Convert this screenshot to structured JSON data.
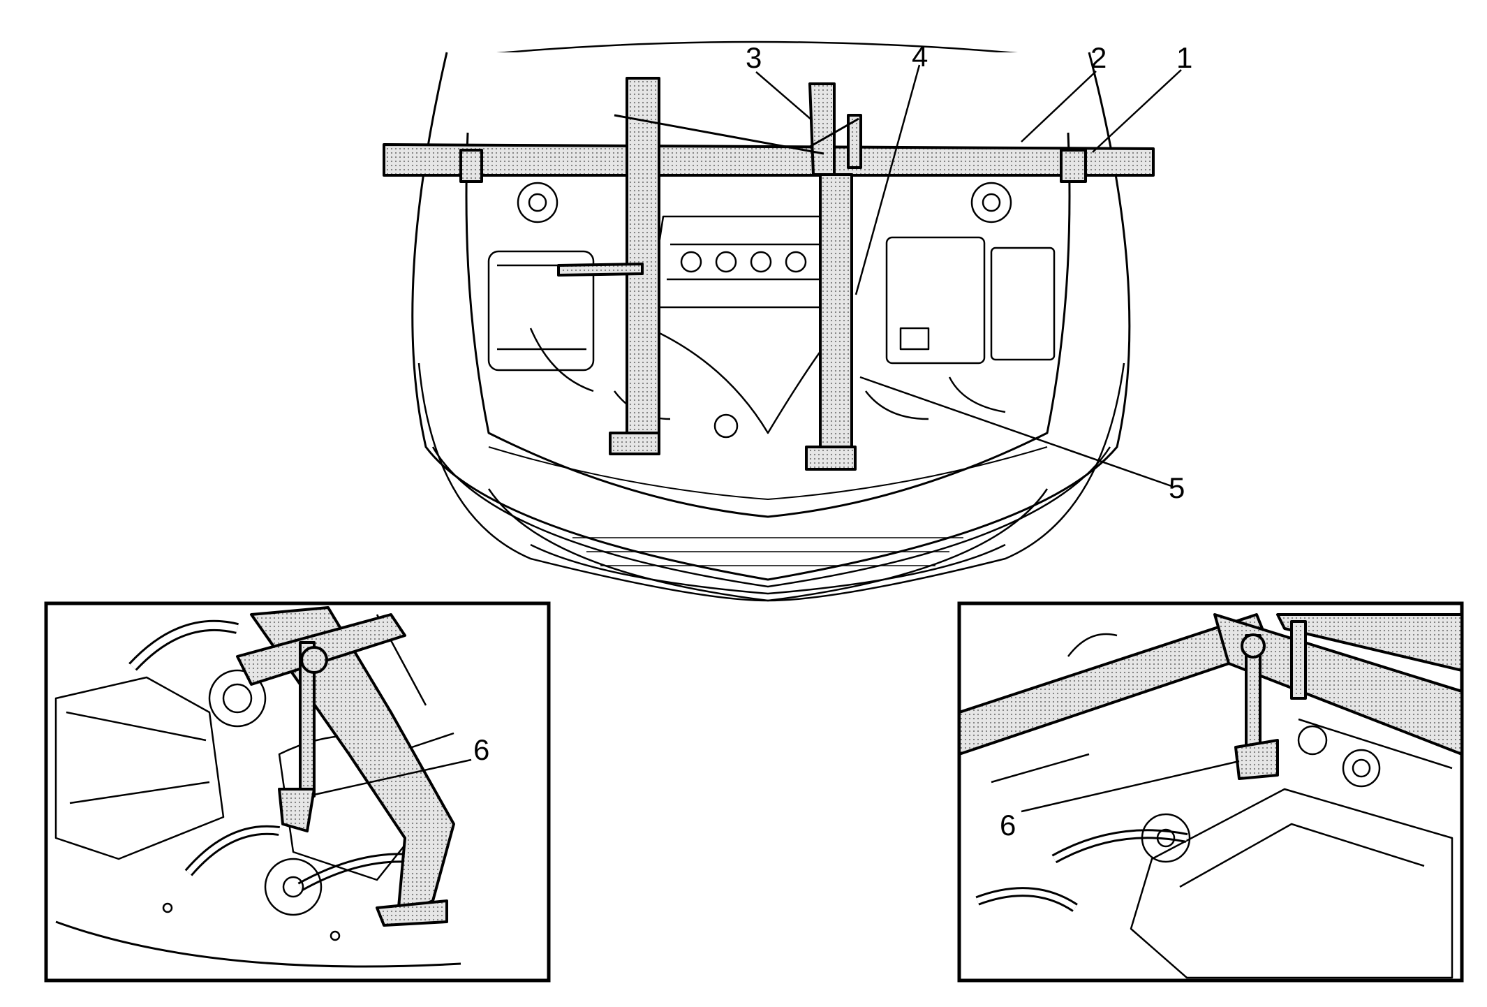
{
  "callouts": {
    "c1": "1",
    "c2": "2",
    "c3": "3",
    "c4": "4",
    "c5": "5",
    "c6_left": "6",
    "c6_right": "6"
  },
  "colors": {
    "line": "#000000",
    "fixture_fill": "#d4d4d4",
    "background": "#ffffff"
  },
  "icons": {
    "main": "engine-bay-support-fixture-illustration",
    "inset_left": "detail-fixture-hook-left-illustration",
    "inset_right": "detail-fixture-hook-right-illustration"
  }
}
